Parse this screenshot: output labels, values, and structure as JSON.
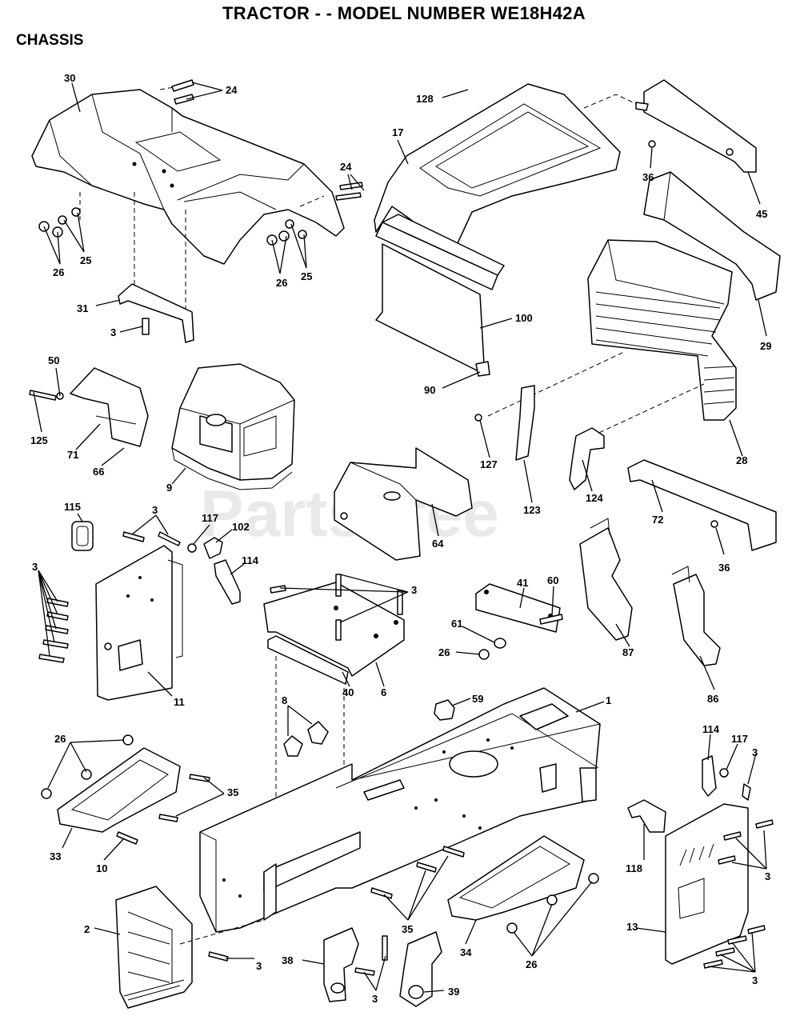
{
  "header": {
    "title": "TRACTOR - - MODEL NUMBER WE18H42A",
    "subtitle": "CHASSIS"
  },
  "watermark": "PartsTree",
  "callouts": [
    {
      "id": "c1",
      "text": "30"
    },
    {
      "id": "c2",
      "text": "24"
    },
    {
      "id": "c3",
      "text": "128"
    },
    {
      "id": "c4",
      "text": "17"
    },
    {
      "id": "c5",
      "text": "36"
    },
    {
      "id": "c6",
      "text": "45"
    },
    {
      "id": "c7",
      "text": "24"
    },
    {
      "id": "c8",
      "text": "25"
    },
    {
      "id": "c9",
      "text": "26"
    },
    {
      "id": "c10",
      "text": "26"
    },
    {
      "id": "c11",
      "text": "25"
    },
    {
      "id": "c12",
      "text": "31"
    },
    {
      "id": "c13",
      "text": "3"
    },
    {
      "id": "c14",
      "text": "100"
    },
    {
      "id": "c15",
      "text": "29"
    },
    {
      "id": "c16",
      "text": "50"
    },
    {
      "id": "c17",
      "text": "90"
    },
    {
      "id": "c18",
      "text": "125"
    },
    {
      "id": "c19",
      "text": "71"
    },
    {
      "id": "c20",
      "text": "66"
    },
    {
      "id": "c21",
      "text": "9"
    },
    {
      "id": "c22",
      "text": "127"
    },
    {
      "id": "c23",
      "text": "28"
    },
    {
      "id": "c24",
      "text": "123"
    },
    {
      "id": "c25",
      "text": "124"
    },
    {
      "id": "c26",
      "text": "64"
    },
    {
      "id": "c27",
      "text": "72"
    },
    {
      "id": "c28",
      "text": "115"
    },
    {
      "id": "c29",
      "text": "3"
    },
    {
      "id": "c30",
      "text": "117"
    },
    {
      "id": "c31",
      "text": "102"
    },
    {
      "id": "c32",
      "text": "114"
    },
    {
      "id": "c33",
      "text": "36"
    },
    {
      "id": "c34",
      "text": "3"
    },
    {
      "id": "c35",
      "text": "3"
    },
    {
      "id": "c36",
      "text": "41"
    },
    {
      "id": "c37",
      "text": "60"
    },
    {
      "id": "c38",
      "text": "61"
    },
    {
      "id": "c39",
      "text": "26"
    },
    {
      "id": "c40",
      "text": "87"
    },
    {
      "id": "c41",
      "text": "11"
    },
    {
      "id": "c42",
      "text": "40"
    },
    {
      "id": "c43",
      "text": "6"
    },
    {
      "id": "c44",
      "text": "86"
    },
    {
      "id": "c45",
      "text": "8"
    },
    {
      "id": "c46",
      "text": "59"
    },
    {
      "id": "c47",
      "text": "1"
    },
    {
      "id": "c48",
      "text": "26"
    },
    {
      "id": "c49",
      "text": "114"
    },
    {
      "id": "c50",
      "text": "117"
    },
    {
      "id": "c51",
      "text": "3"
    },
    {
      "id": "c52",
      "text": "35"
    },
    {
      "id": "c53",
      "text": "33"
    },
    {
      "id": "c54",
      "text": "10"
    },
    {
      "id": "c55",
      "text": "118"
    },
    {
      "id": "c56",
      "text": "3"
    },
    {
      "id": "c57",
      "text": "2"
    },
    {
      "id": "c58",
      "text": "35"
    },
    {
      "id": "c59",
      "text": "13"
    },
    {
      "id": "c60",
      "text": "3"
    },
    {
      "id": "c61",
      "text": "38"
    },
    {
      "id": "c62",
      "text": "34"
    },
    {
      "id": "c63",
      "text": "26"
    },
    {
      "id": "c64",
      "text": "3"
    },
    {
      "id": "c65",
      "text": "39"
    },
    {
      "id": "c66",
      "text": "3"
    }
  ]
}
